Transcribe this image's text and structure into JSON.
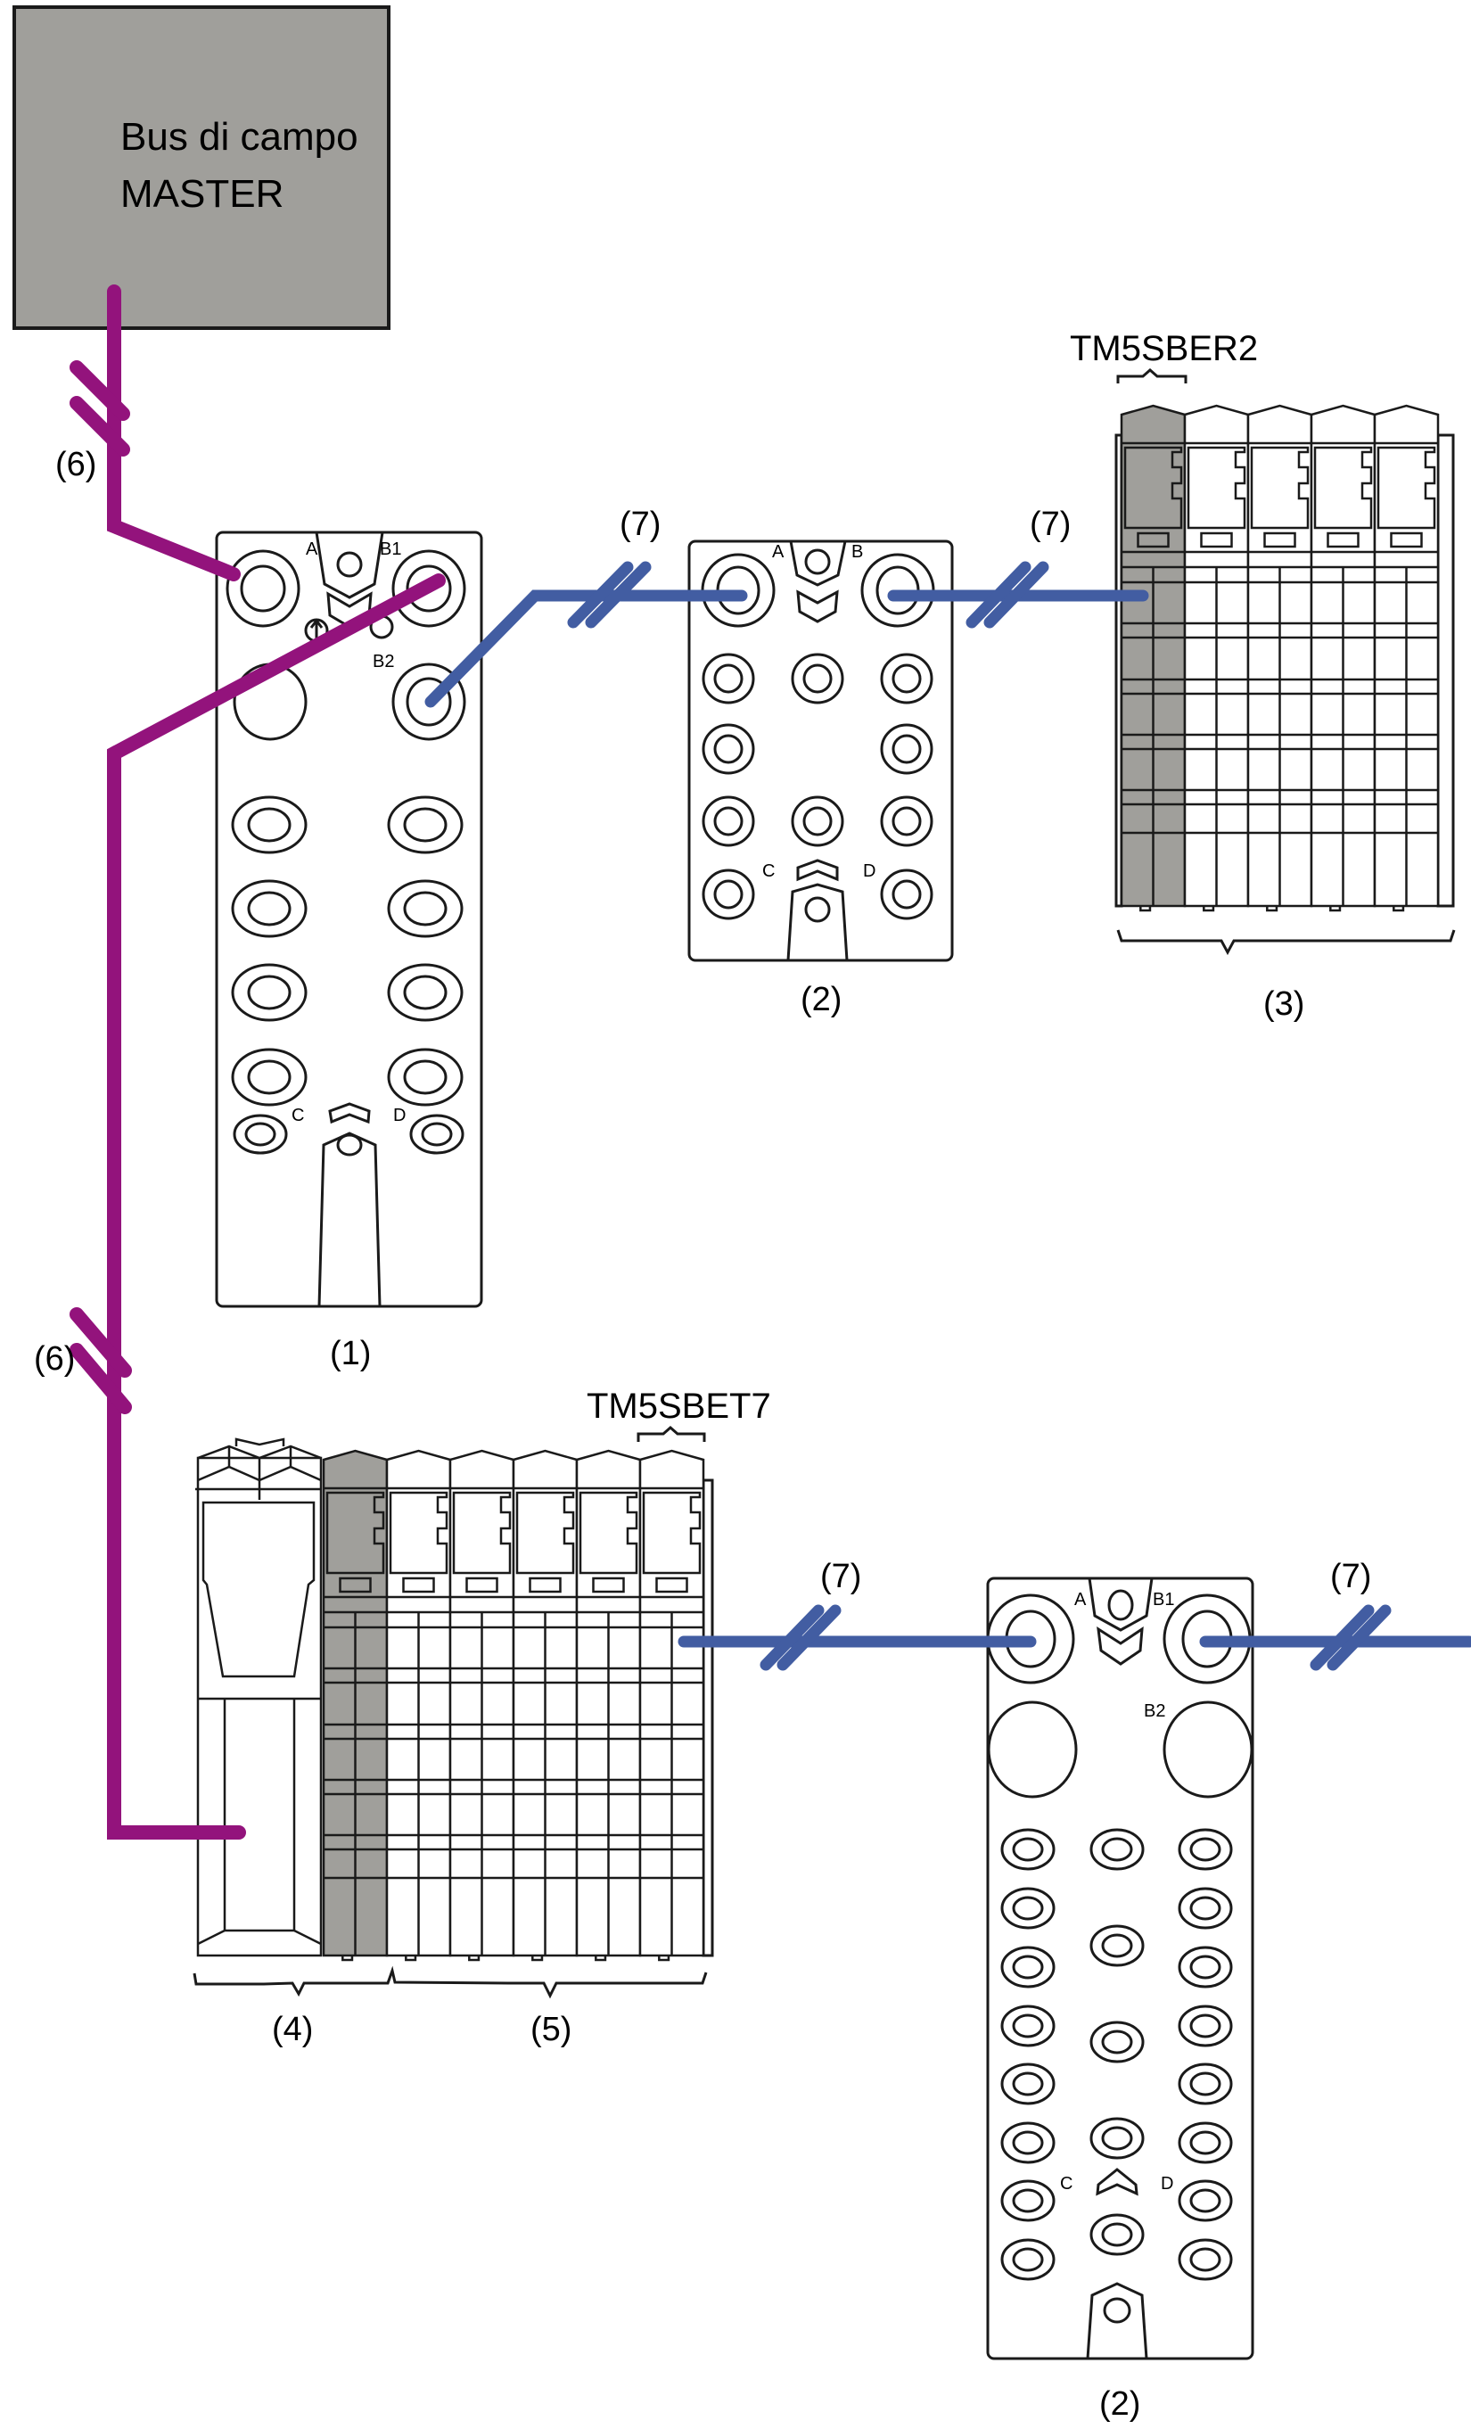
{
  "diagram": {
    "master": {
      "line1": "Bus di campo",
      "line2": "MASTER"
    },
    "callouts": {
      "c1": "(1)",
      "c2_top": "(2)",
      "c2_bottom": "(2)",
      "c3": "(3)",
      "c4": "(4)",
      "c5": "(5)",
      "c6_top": "(6)",
      "c6_bottom": "(6)",
      "c7_a": "(7)",
      "c7_b": "(7)",
      "c7_c": "(7)",
      "c7_d": "(7)"
    },
    "part_labels": {
      "top_bus_module": "TM5SBER2",
      "bottom_bus_module": "TM5SBET7"
    },
    "module1_ports": {
      "a": "A",
      "b1": "B1",
      "b2": "B2",
      "c": "C",
      "d": "D"
    },
    "module2_top_ports": {
      "a": "A",
      "b": "B",
      "c": "C",
      "d": "D"
    },
    "module2_bottom_ports": {
      "a": "A",
      "b1": "B1",
      "b2": "B2",
      "c": "C",
      "d": "D"
    },
    "colors": {
      "fieldbus_cable": "#93137c",
      "expansion_cable": "#425da2",
      "master_fill": "#a09f9b",
      "bus_module_fill": "#a09f9b",
      "outline": "#1a1a1a"
    }
  }
}
